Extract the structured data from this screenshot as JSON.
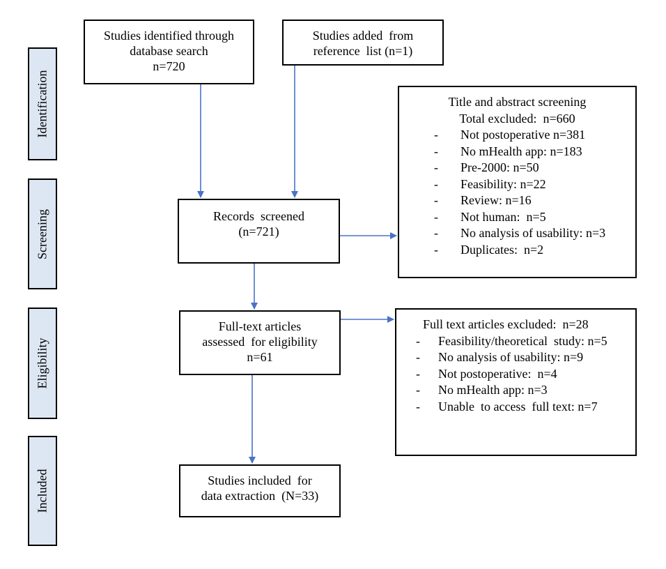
{
  "stages": [
    "Identification",
    "Screening",
    "Eligibility",
    "Included"
  ],
  "boxes": {
    "database": [
      "Studies identified through",
      "database search",
      "n=720"
    ],
    "reference": [
      "Studies added  from",
      "reference  list (n=1)"
    ],
    "screened": [
      "Records  screened",
      "(n=721)"
    ],
    "fulltext": [
      "Full-text articles",
      "assessed  for eligibility",
      "n=61"
    ],
    "included": [
      "Studies included  for",
      "data extraction  (N=33)"
    ]
  },
  "screening_exclusion": {
    "title": [
      "Title and abstract screening",
      "Total excluded:  n=660"
    ],
    "items": [
      "Not postoperative n=381",
      "No mHealth app: n=183",
      "Pre-2000: n=50",
      "Feasibility: n=22",
      "Review: n=16",
      "Not human:  n=5",
      "No analysis of usability: n=3",
      "Duplicates:  n=2"
    ]
  },
  "fulltext_exclusion": {
    "title": "Full text articles excluded:  n=28",
    "items": [
      "Feasibility/theoretical  study: n=5",
      "No analysis of usability: n=9",
      "Not postoperative:  n=4",
      "No mHealth app: n=3",
      "Unable  to access  full text: n=7"
    ]
  },
  "bullet": "-",
  "colors": {
    "arrow": "#4a72c4",
    "stage_fill": "#dde7f3",
    "border": "#000000"
  }
}
